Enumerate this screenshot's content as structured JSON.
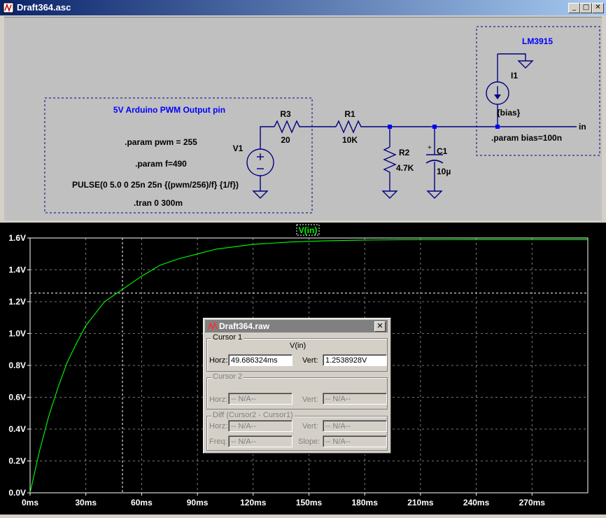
{
  "window": {
    "title": "Draft364.asc",
    "controls": {
      "minimize": "_",
      "maximize": "□",
      "close": "✕"
    },
    "icons": {
      "app": "ltspice-app-icon"
    }
  },
  "schematic": {
    "arduino_box_title": "5V Arduino PWM Output pin",
    "param_pwm": ".param pwm = 255",
    "param_f": ".param f=490",
    "pulse": "PULSE(0 5.0 0 25n 25n {(pwm/256)/f} {1/f})",
    "tran": ".tran 0 300m",
    "v1_name": "V1",
    "r3_name": "R3",
    "r3_value": "20",
    "r1_name": "R1",
    "r1_value": "10K",
    "r2_name": "R2",
    "r2_value": "4.7K",
    "c1_name": "C1",
    "c1_value": "10µ",
    "c1_plus": "+",
    "lm_title": "LM3915",
    "i1_name": "I1",
    "i1_value": "{bias}",
    "param_bias": ".param bias=100n",
    "net_label": "in"
  },
  "plot": {
    "trace_label": "V(in)",
    "colors": {
      "trace": "#00ff00",
      "grid": "#9a9a9a",
      "axis_text": "#ffffff"
    },
    "y_ticks": [
      "1.6V",
      "1.4V",
      "1.2V",
      "1.0V",
      "0.8V",
      "0.6V",
      "0.4V",
      "0.2V",
      "0.0V"
    ],
    "x_ticks": [
      "0ms",
      "30ms",
      "60ms",
      "90ms",
      "120ms",
      "150ms",
      "180ms",
      "210ms",
      "240ms",
      "270ms"
    ],
    "cursor": {
      "time_ms": 49.686,
      "voltage_v": 1.2539
    }
  },
  "chart_data": {
    "type": "line",
    "title": "V(in)",
    "xlabel": "",
    "ylabel": "",
    "xlim": [
      0,
      300
    ],
    "ylim": [
      0,
      1.6
    ],
    "grid": true,
    "series": [
      {
        "name": "V(in)",
        "x": [
          0,
          5,
          10,
          15,
          20,
          25,
          30,
          40,
          50,
          60,
          70,
          80,
          90,
          100,
          120,
          140,
          160,
          180,
          200,
          240,
          280,
          300
        ],
        "values": [
          0,
          0.26,
          0.48,
          0.66,
          0.82,
          0.94,
          1.05,
          1.2,
          1.28,
          1.36,
          1.43,
          1.47,
          1.5,
          1.53,
          1.56,
          1.575,
          1.583,
          1.587,
          1.589,
          1.59,
          1.59,
          1.59
        ]
      }
    ]
  },
  "dialog": {
    "title": "Draft364.raw",
    "close": "✕",
    "cursor1": {
      "group": "Cursor 1",
      "trace": "V(in)",
      "horz_label": "Horz:",
      "horz_value": "49.686324ms",
      "vert_label": "Vert:",
      "vert_value": "1.2538928V"
    },
    "cursor2": {
      "group": "Cursor 2",
      "horz_label": "Horz:",
      "horz_value": "-- N/A--",
      "vert_label": "Vert:",
      "vert_value": "-- N/A--"
    },
    "diff": {
      "group": "Diff (Cursor2 - Cursor1)",
      "horz_label": "Horz:",
      "horz_value": "-- N/A--",
      "vert_label": "Vert:",
      "vert_value": "-- N/A--",
      "freq_label": "Freq:",
      "freq_value": "-- N/A--",
      "slope_label": "Slope:",
      "slope_value": "-- N/A--"
    }
  }
}
